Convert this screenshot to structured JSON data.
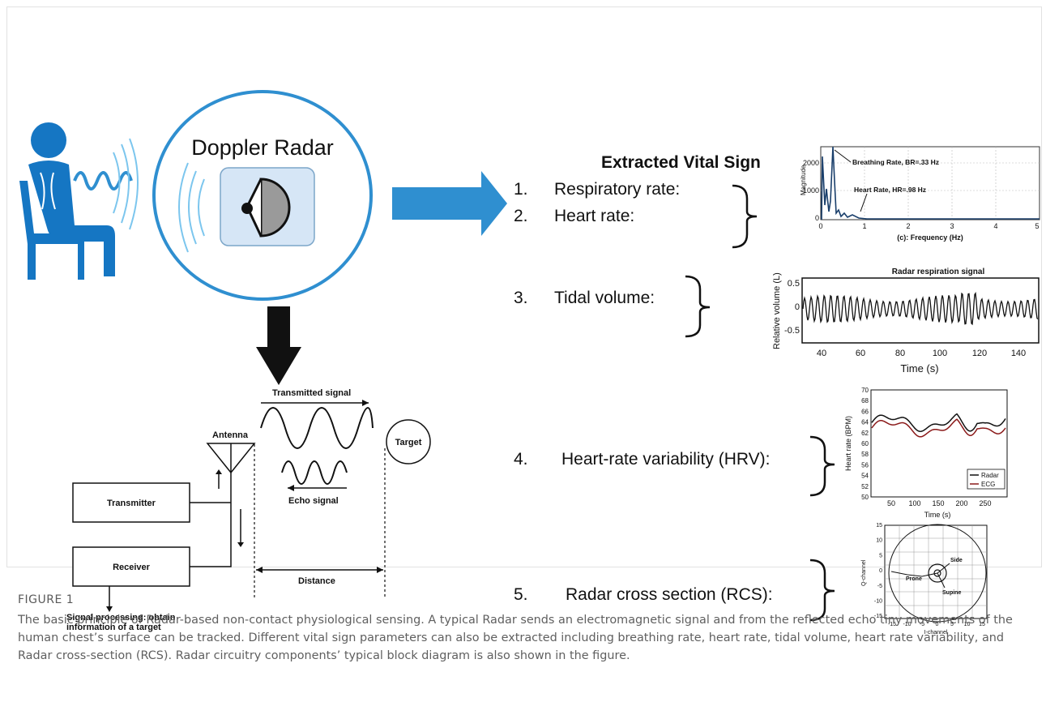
{
  "header": {
    "doppler_title": "Doppler Radar",
    "extracted_title": "Extracted Vital Sign"
  },
  "vitals": [
    {
      "num": "1.",
      "label": "Respiratory rate:"
    },
    {
      "num": "2.",
      "label": "Heart rate:"
    },
    {
      "num": "3.",
      "label": "Tidal volume:"
    },
    {
      "num": "4.",
      "label": "Heart-rate variability (HRV):"
    },
    {
      "num": "5.",
      "label": "Radar cross section (RCS):"
    }
  ],
  "block_diagram": {
    "transmitted": "Transmitted signal",
    "antenna": "Antenna",
    "target": "Target",
    "echo": "Echo signal",
    "transmitter": "Transmitter",
    "receiver": "Receiver",
    "distance": "Distance",
    "processing_line1": "Signal processing: obtain",
    "processing_line2": "information of a target"
  },
  "spectrum": {
    "ylabel": "Magnitude",
    "xlabel": "(c): Frequency (Hz)",
    "yticks": [
      "2000",
      "1000",
      "0"
    ],
    "xticks": [
      "0",
      "1",
      "2",
      "3",
      "4",
      "5"
    ],
    "annot_br": "Breathing Rate, BR=.33 Hz",
    "annot_hr": "Heart Rate, HR=.98 Hz"
  },
  "respiration": {
    "title": "Radar respiration signal",
    "ylabel": "Relative volume (L)",
    "xlabel": "Time (s)",
    "yticks": [
      "0.5",
      "0",
      "-0.5"
    ],
    "xticks": [
      "40",
      "60",
      "80",
      "100",
      "120",
      "140"
    ]
  },
  "hrv": {
    "ylabel": "Heart rate (BPM)",
    "xlabel": "Time (s)",
    "yticks": [
      "70",
      "68",
      "66",
      "64",
      "62",
      "60",
      "58",
      "56",
      "54",
      "52",
      "50"
    ],
    "xticks": [
      "50",
      "100",
      "150",
      "200",
      "250"
    ],
    "legend": [
      "Radar",
      "ECG"
    ],
    "colors": {
      "radar": "#111111",
      "ecg": "#8b1a1a"
    }
  },
  "rcs": {
    "ylabel": "Q-channel",
    "xlabel": "I-channel",
    "yticks": [
      "15",
      "10",
      "5",
      "0",
      "-5",
      "-10",
      "-15"
    ],
    "xticks": [
      "-15",
      "-10",
      "-5",
      "0",
      "5",
      "10",
      "15"
    ],
    "labels": [
      "Side",
      "Prone",
      "Supine"
    ]
  },
  "colors": {
    "accent_blue": "#2f8fd0",
    "person_blue": "#1576c3",
    "panel_blue": "#d6e6f6"
  },
  "caption": {
    "label": "FIGURE 1",
    "text": "The basic principle of Radar-based non-contact physiological sensing. A typical Radar sends an electromagnetic signal and from the reflected echo tiny movements of the human chest’s surface can be tracked. Different vital sign parameters can also be extracted including breathing rate, heart rate, tidal volume, heart rate variability, and Radar cross-section (RCS). Radar circuitry components’ typical block diagram is also shown in the figure."
  }
}
